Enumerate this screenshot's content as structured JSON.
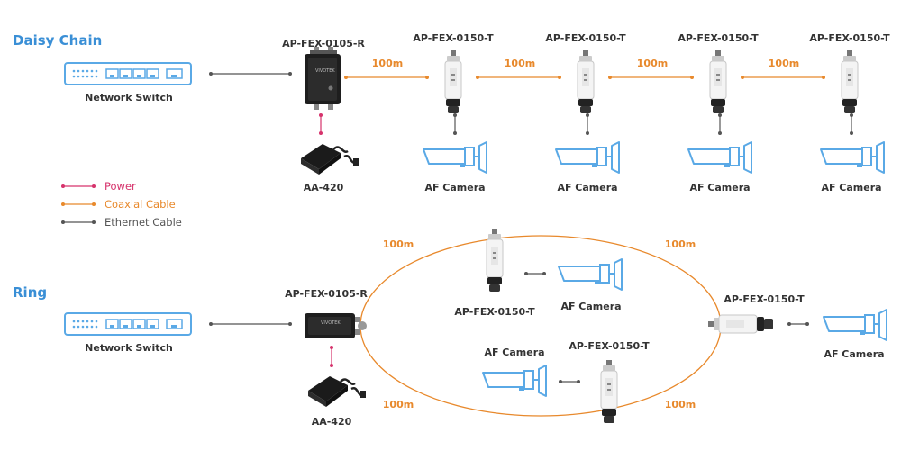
{
  "colors": {
    "accent_blue": "#3a8fd6",
    "power": "#d6336c",
    "coax": "#e8892c",
    "ethernet": "#555555"
  },
  "daisy": {
    "title": "Daisy Chain",
    "switch_label": "Network Switch",
    "receiver_label": "AP-FEX-0105-R",
    "adapter_label": "AA-420",
    "transmitters": [
      {
        "label": "AP-FEX-0150-T",
        "distance": "100m",
        "camera": "AF Camera"
      },
      {
        "label": "AP-FEX-0150-T",
        "distance": "100m",
        "camera": "AF Camera"
      },
      {
        "label": "AP-FEX-0150-T",
        "distance": "100m",
        "camera": "AF Camera"
      },
      {
        "label": "AP-FEX-0150-T",
        "distance": "100m",
        "camera": "AF Camera"
      }
    ]
  },
  "legend": {
    "items": [
      {
        "label": "Power",
        "color": "#d6336c"
      },
      {
        "label": "Coaxial Cable",
        "color": "#e8892c"
      },
      {
        "label": "Ethernet Cable",
        "color": "#555555"
      }
    ]
  },
  "ring": {
    "title": "Ring",
    "switch_label": "Network Switch",
    "receiver_label": "AP-FEX-0105-R",
    "adapter_label": "AA-420",
    "distances": [
      "100m",
      "100m",
      "100m",
      "100m"
    ],
    "transmitters": [
      {
        "label": "AP-FEX-0150-T",
        "camera": "AF Camera"
      },
      {
        "label": "AP-FEX-0150-T",
        "camera": "AF Camera"
      },
      {
        "label": "AP-FEX-0150-T",
        "camera": "AF Camera"
      }
    ]
  }
}
